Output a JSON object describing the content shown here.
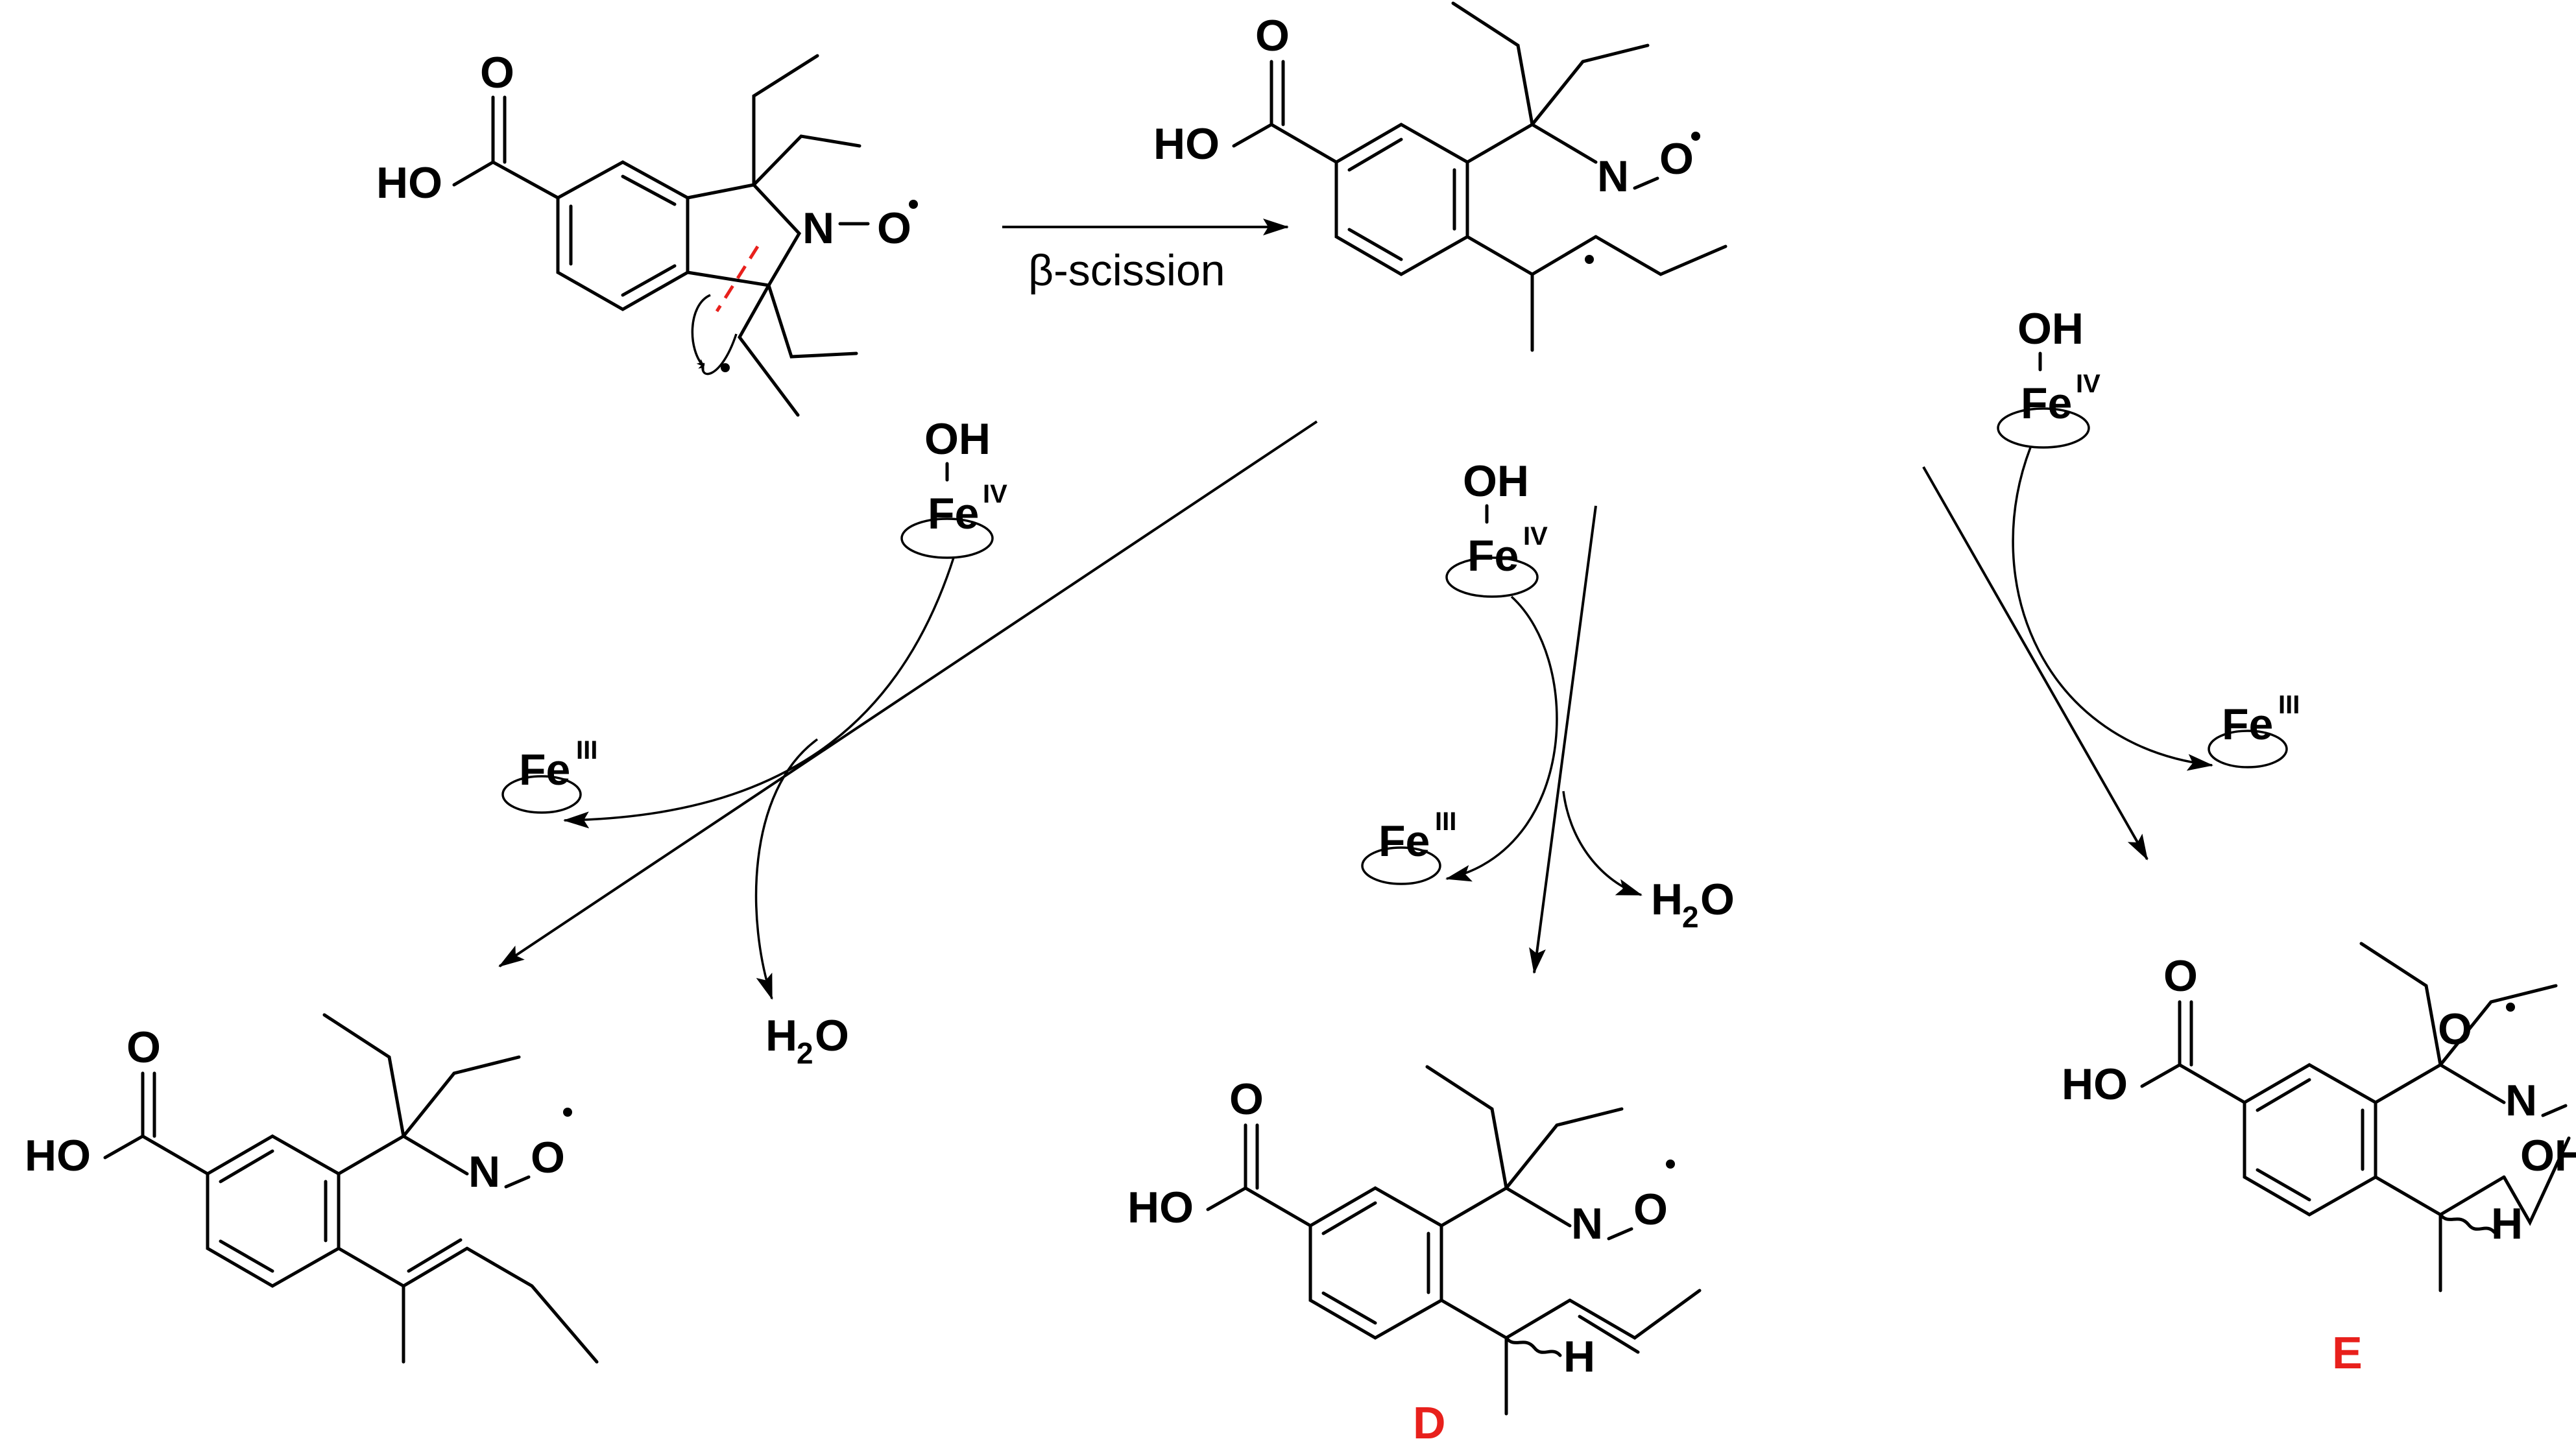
{
  "arrow_label": "β-scission",
  "atoms": {
    "o": "O",
    "ho": "HO",
    "n": "N",
    "o_radical": "O",
    "oh": "OH",
    "h": "H",
    "fe": "Fe",
    "iv": "IV",
    "iii": "III",
    "h2o_h": "H",
    "h2o_2": "2",
    "h2o_o": "O"
  },
  "product_labels": {
    "d": "D",
    "e": "E"
  },
  "colors": {
    "label_red": "#e8201c",
    "cleavage_red": "#e8201c",
    "ink": "#000000"
  }
}
